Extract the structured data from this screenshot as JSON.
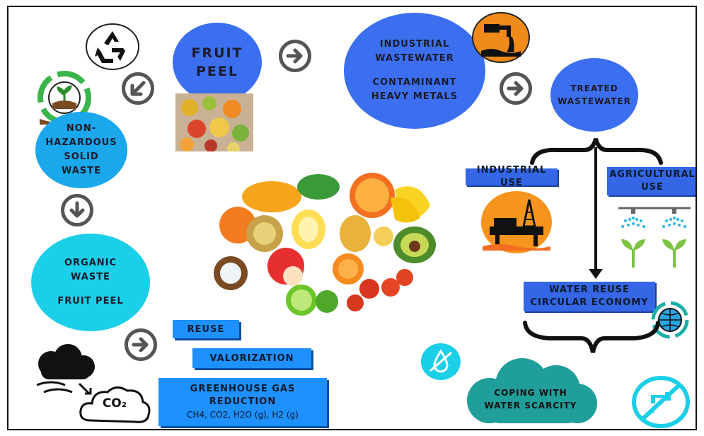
{
  "nodes": {
    "fruit_peel": [
      "FRUIT",
      "PEEL"
    ],
    "industrial": [
      "INDUSTRIAL",
      "WASTEWATER",
      "",
      "CONTAMINANT",
      "HEAVY METALS"
    ],
    "treated": [
      "TREATED",
      "WASTEWATER"
    ],
    "nonhaz": [
      "NON-",
      "HAZARDOUS",
      "SOLID",
      "WASTE"
    ],
    "organic": [
      "ORGANIC",
      "WASTE",
      "",
      "FRUIT PEEL"
    ],
    "coping": [
      "COPING WITH",
      "WATER SCARCITY"
    ]
  },
  "labels": {
    "industrial_use": "INDUSTRIAL USE",
    "agricultural_use": [
      "AGRICULTURAL",
      "USE"
    ],
    "water_reuse": [
      "WATER REUSE",
      "CIRCULAR ECONOMY"
    ],
    "reuse": "REUSE",
    "valorization": "VALORIZATION",
    "ghg_title": [
      "GREENHOUSE GAS",
      "REDUCTION"
    ],
    "ghg_gases": "CH4, CO2, H2O (g), H2 (g)",
    "co2": "CO₂"
  },
  "colors": {
    "blue": "#3b6ff0",
    "sky": "#1aa7ec",
    "cyan": "#1ccfe8",
    "teal": "#1f9e9a",
    "arrow_gray": "#555555"
  },
  "icons": [
    "recycle-icon",
    "soil-recycle-icon",
    "wastewater-pipe-icon",
    "oil-rig-icon",
    "sprinkler-plant-icon",
    "globe-icon",
    "water-drop-off-icon",
    "no-tap-icon",
    "smoke-cloud-icon",
    "co2-cloud-icon"
  ]
}
